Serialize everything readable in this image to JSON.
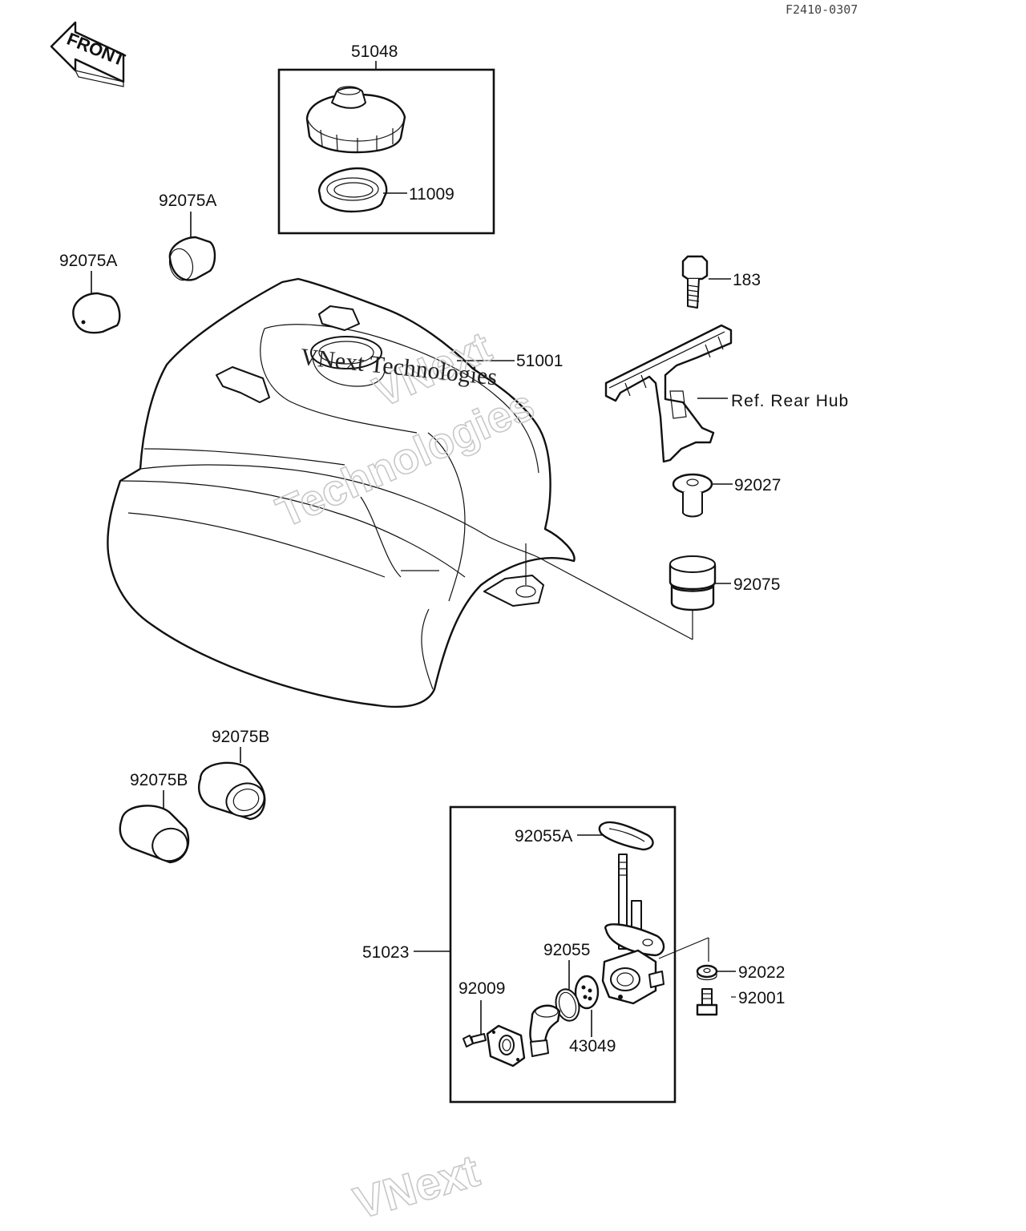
{
  "diagram_code": "F2410-0307",
  "front_arrow_label": "FRONT",
  "watermark": {
    "line1": "VNext",
    "line2": "Technologies",
    "overlay_text": "VNext Technologies",
    "bottom_fragment": "VNext"
  },
  "parts": {
    "cap_assembly": "51048",
    "cap_gasket": "11009",
    "damper_a_upper": "92075A",
    "damper_a_left": "92075A",
    "bolt": "183",
    "fuel_tank": "51001",
    "bracket_ref": "Ref. Rear Hub",
    "collar": "92027",
    "damper": "92075",
    "damper_b_upper": "92075B",
    "damper_b_lower": "92075B",
    "fuel_cock_gasket": "92055A",
    "fuel_cock_assembly": "51023",
    "o_ring": "92055",
    "screw": "92009",
    "filter": "43049",
    "washer": "92022",
    "screw_b": "92001"
  }
}
